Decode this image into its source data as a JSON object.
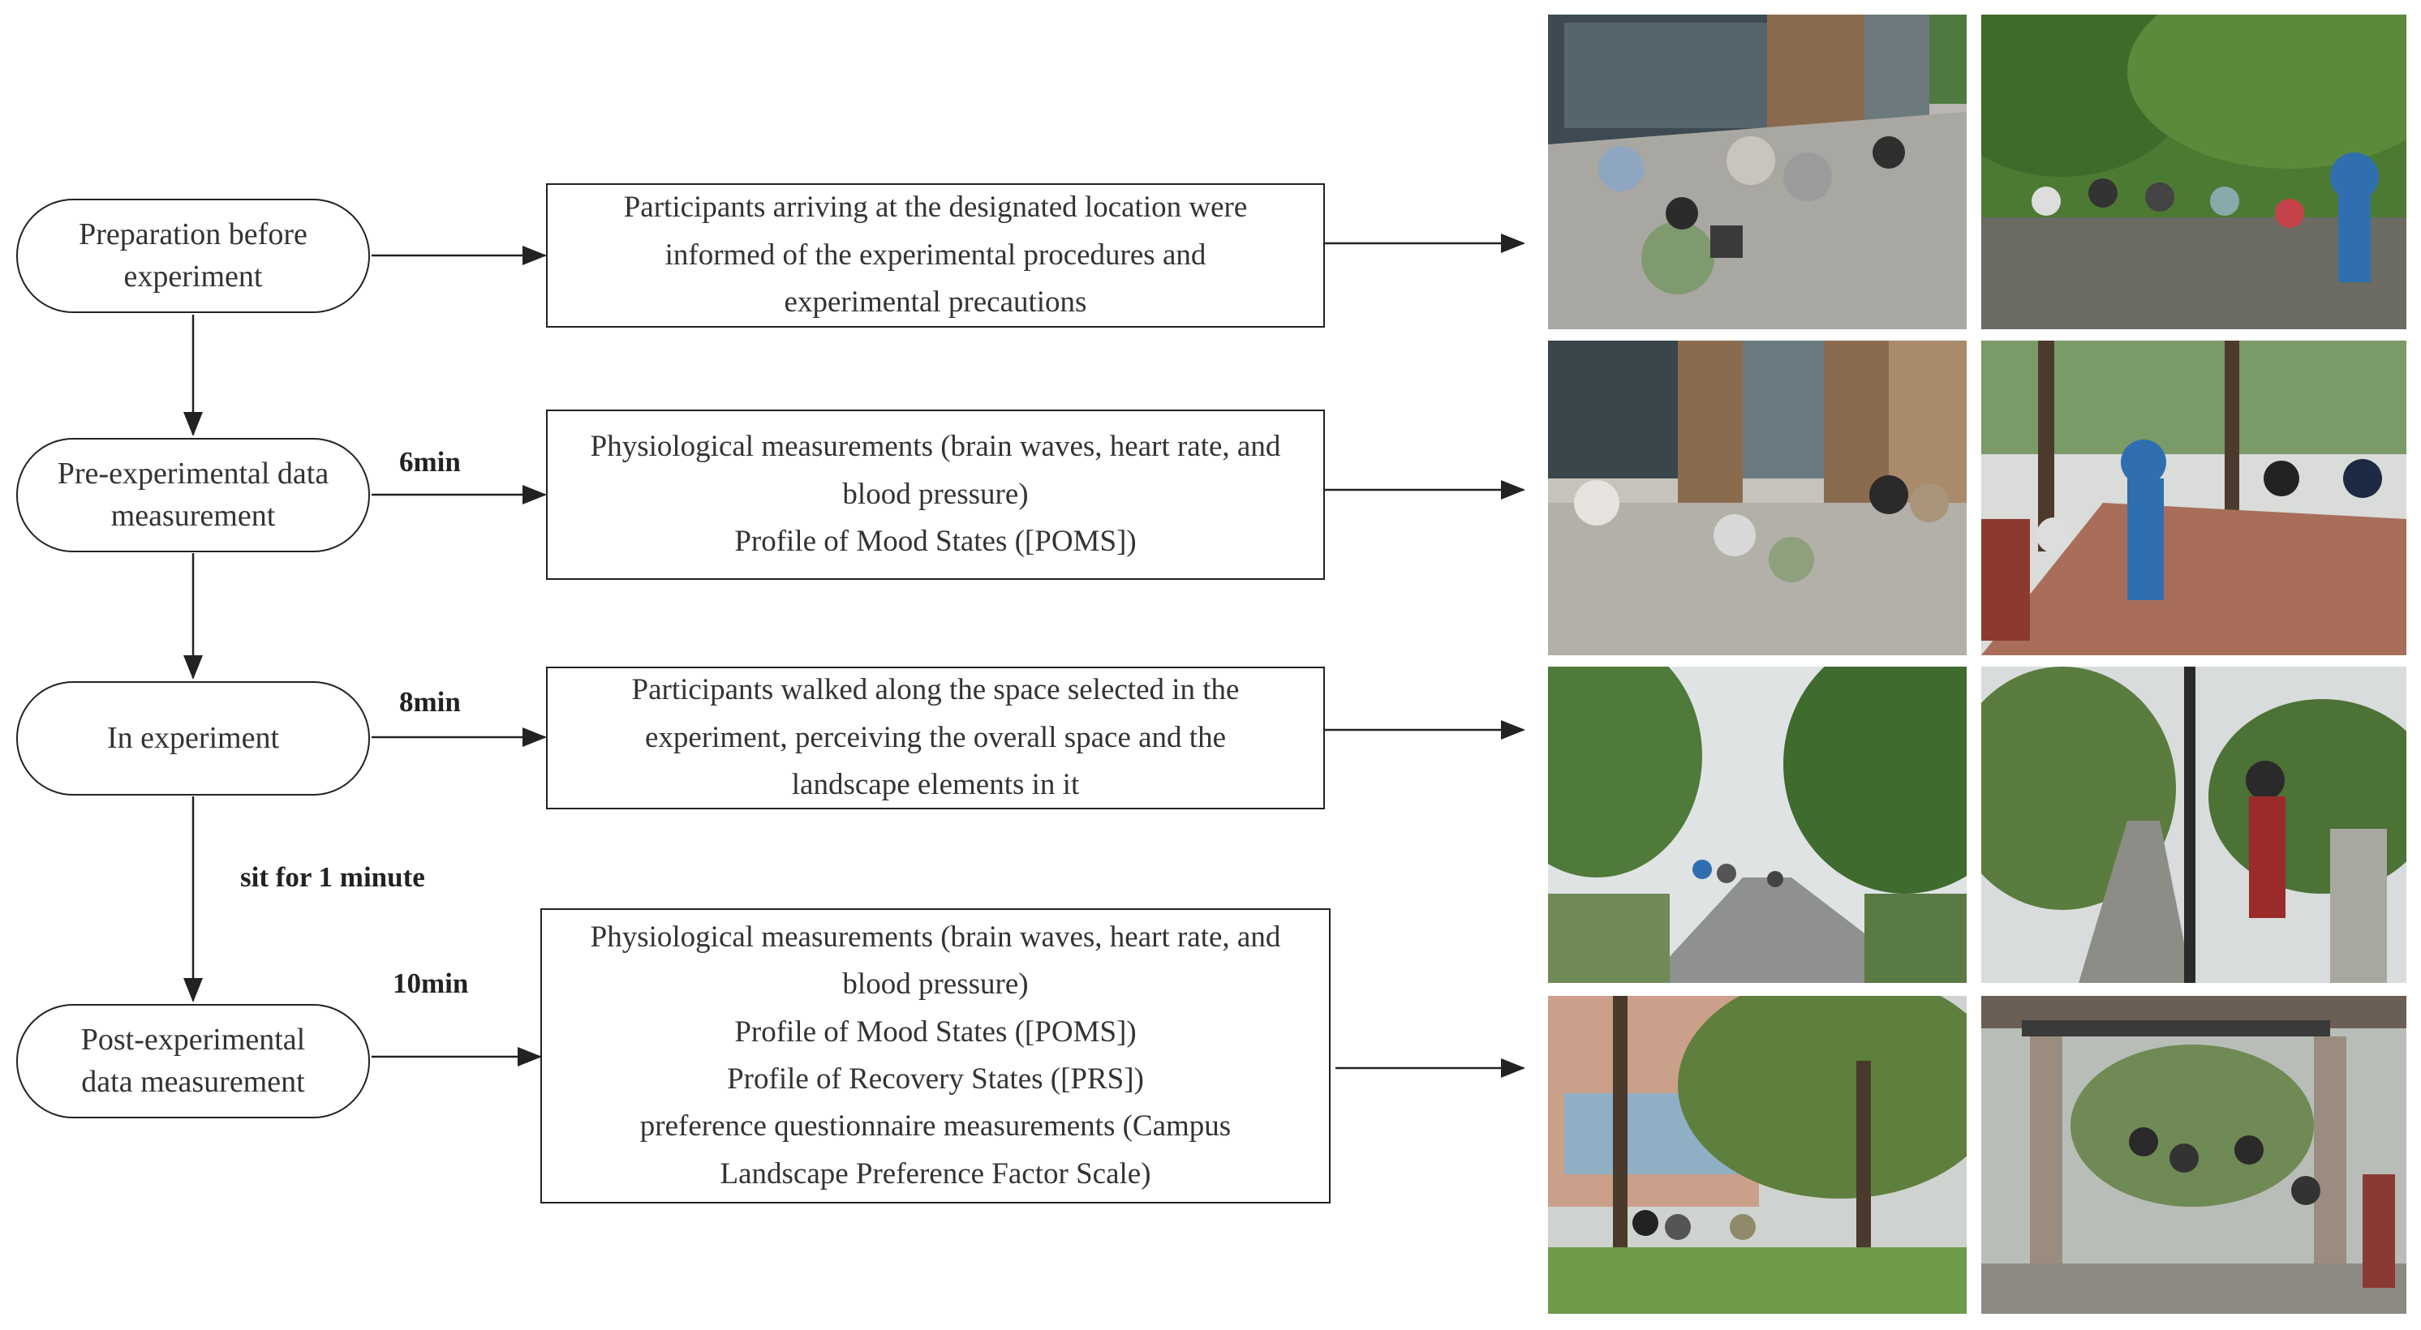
{
  "stages": [
    {
      "id": "prep",
      "label_lines": [
        "Preparation before",
        "experiment"
      ]
    },
    {
      "id": "pre",
      "label_lines": [
        "Pre-experimental data",
        "measurement"
      ]
    },
    {
      "id": "in",
      "label_lines": [
        "In experiment"
      ]
    },
    {
      "id": "post",
      "label_lines": [
        "Post-experimental",
        "data measurement"
      ]
    }
  ],
  "durations": {
    "pre": "6min",
    "in": "8min",
    "post": "10min",
    "rest": "sit for 1 minute"
  },
  "descriptions": {
    "prep": [
      "Participants arriving at the designated location were",
      "informed of the experimental procedures and",
      "experimental precautions"
    ],
    "pre": [
      "Physiological measurements (brain waves, heart rate, and",
      "blood pressure)",
      "Profile of Mood States ([POMS])"
    ],
    "in": [
      "Participants walked along the space selected in the",
      "experiment, perceiving the overall space and the",
      "landscape elements in it"
    ],
    "post": [
      "Physiological measurements (brain waves, heart rate, and",
      "blood pressure)",
      "Profile of Mood States ([POMS])",
      "Profile of Recovery States ([PRS])",
      "preference questionnaire measurements (Campus",
      "Landscape Preference Factor Scale)"
    ]
  },
  "colors": {
    "line": "#222222",
    "text": "#333333"
  }
}
